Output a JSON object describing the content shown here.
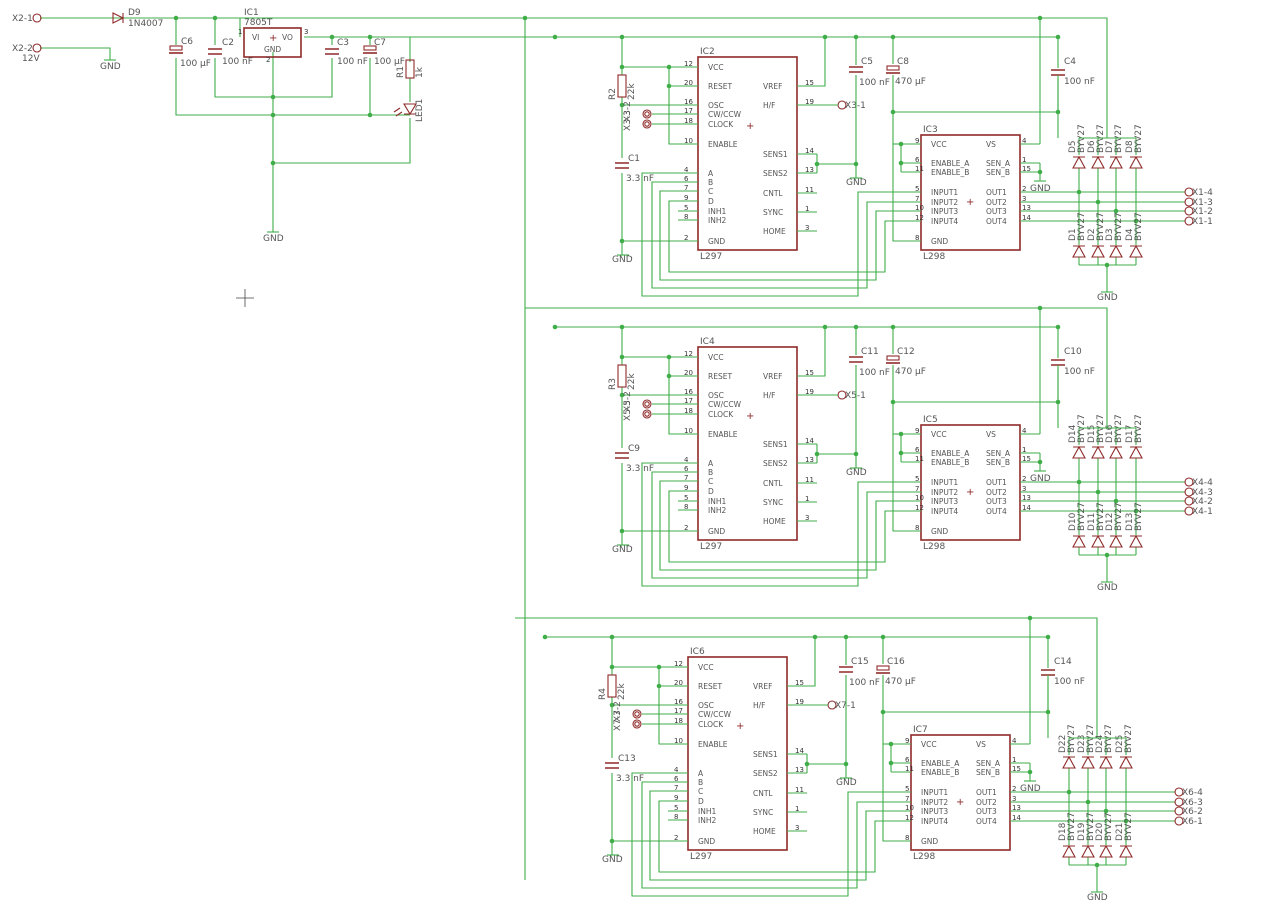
{
  "connectors": {
    "x2_1": "X2-1",
    "x2_2": "X2-2",
    "v12": "12V"
  },
  "supply": {
    "d9": {
      "name": "D9",
      "value": "1N4007"
    },
    "ic1": {
      "name": "IC1",
      "value": "7805T",
      "vi": "VI",
      "vo": "VO",
      "gnd": "GND",
      "p1": "1",
      "p3": "3",
      "p2": "2"
    },
    "c6": {
      "name": "C6",
      "value": "100 µF"
    },
    "c2": {
      "name": "C2",
      "value": "100 nF"
    },
    "c3": {
      "name": "C3",
      "value": "100 nF"
    },
    "c7": {
      "name": "C7",
      "value": "100 µF"
    },
    "r1": {
      "name": "R1",
      "value": "1k"
    },
    "led1": "LED1"
  },
  "gnd": "GND",
  "l297": {
    "type": "L297",
    "left_names": [
      "VCC",
      "RESET",
      "OSC",
      "CW/CCW",
      "CLOCK",
      "ENABLE",
      "A",
      "B",
      "C",
      "D",
      "INH1",
      "INH2",
      "GND"
    ],
    "left_nums": [
      "12",
      "20",
      "16",
      "17",
      "18",
      "10",
      "4",
      "6",
      "7",
      "9",
      "5",
      "8",
      "2"
    ],
    "right_names": [
      "VREF",
      "H/F",
      "SENS1",
      "SENS2",
      "CNTL",
      "SYNC",
      "HOME"
    ],
    "right_nums": [
      "15",
      "19",
      "14",
      "13",
      "11",
      "1",
      "3"
    ]
  },
  "l298": {
    "type": "L298",
    "left_names": [
      "VCC",
      "ENABLE_A",
      "ENABLE_B",
      "INPUT1",
      "INPUT2",
      "INPUT3",
      "INPUT4",
      "GND"
    ],
    "left_nums": [
      "9",
      "6",
      "11",
      "5",
      "7",
      "10",
      "12",
      "8"
    ],
    "right_names": [
      "VS",
      "SEN_A",
      "SEN_B",
      "OUT1",
      "OUT2",
      "OUT3",
      "OUT4"
    ],
    "right_nums": [
      "4",
      "1",
      "15",
      "2",
      "3",
      "13",
      "14"
    ]
  },
  "diode_type": "BYV27",
  "stages": [
    {
      "ic297": "IC2",
      "ic298": "IC3",
      "r": {
        "name": "R2",
        "value": "22k"
      },
      "c_osc": {
        "name": "C1",
        "value": "3.3 nF"
      },
      "c_vcc297": {
        "name": "C5",
        "value": "100 nF"
      },
      "c_elko": {
        "name": "C8",
        "value": "470 µF"
      },
      "c_vs": {
        "name": "C4",
        "value": "100 nF"
      },
      "in_conn": [
        "X3-2",
        "X3-3"
      ],
      "hf_conn": "X3-1",
      "out_conn": [
        "X1-4",
        "X1-3",
        "X1-2",
        "X1-1"
      ],
      "d_top": [
        "D5",
        "D6",
        "D7",
        "D8"
      ],
      "d_bot": [
        "D1",
        "D2",
        "D3",
        "D4"
      ]
    },
    {
      "ic297": "IC4",
      "ic298": "IC5",
      "r": {
        "name": "R3",
        "value": "22k"
      },
      "c_osc": {
        "name": "C9",
        "value": "3.3 nF"
      },
      "c_vcc297": {
        "name": "C11",
        "value": "100 nF"
      },
      "c_elko": {
        "name": "C12",
        "value": "470 µF"
      },
      "c_vs": {
        "name": "C10",
        "value": "100 nF"
      },
      "in_conn": [
        "X5-2",
        "X5-3"
      ],
      "hf_conn": "X5-1",
      "out_conn": [
        "X4-4",
        "X4-3",
        "X4-2",
        "X4-1"
      ],
      "d_top": [
        "D14",
        "D15",
        "D16",
        "D17"
      ],
      "d_bot": [
        "D10",
        "D11",
        "D12",
        "D13"
      ]
    },
    {
      "ic297": "IC6",
      "ic298": "IC7",
      "r": {
        "name": "R4",
        "value": "22k"
      },
      "c_osc": {
        "name": "C13",
        "value": "3.3 nF"
      },
      "c_vcc297": {
        "name": "C15",
        "value": "100 nF"
      },
      "c_elko": {
        "name": "C16",
        "value": "470 µF"
      },
      "c_vs": {
        "name": "C14",
        "value": "100 nF"
      },
      "in_conn": [
        "X7-2",
        "X7-3"
      ],
      "hf_conn": "X7-1",
      "out_conn": [
        "X6-4",
        "X6-3",
        "X6-2",
        "X6-1"
      ],
      "d_top": [
        "D22",
        "D23",
        "D24",
        "D25"
      ],
      "d_bot": [
        "D18",
        "D19",
        "D20",
        "D21"
      ]
    }
  ],
  "colors": {
    "wire": "#3fae49",
    "symbol": "#8f2a2a",
    "text": "#555555"
  }
}
